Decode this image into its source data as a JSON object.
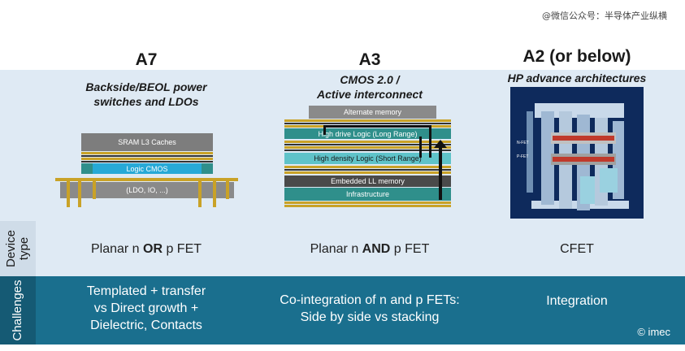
{
  "watermark": "@微信公众号：半导体产业纵横",
  "columns": [
    {
      "node": "A7",
      "subtitle_line1": "Backside/BEOL power",
      "subtitle_line2": "switches and LDOs",
      "stack": [
        "SRAM L3 Caches",
        "Logic CMOS",
        "(LDO, IO, ...)"
      ],
      "device_type": {
        "pre": "Planar n ",
        "bold": "OR",
        "post": " p FET"
      },
      "challenge_lines": [
        "Templated + transfer",
        "vs Direct growth +",
        "Dielectric, Contacts"
      ]
    },
    {
      "node": "A3",
      "subtitle_line1": "CMOS 2.0 /",
      "subtitle_line2": "Active interconnect",
      "stack": [
        "Alternate memory",
        "High drive Logic (Long Range)",
        "High density Logic (Short Range)",
        "Embedded LL memory",
        "Infrastructure"
      ],
      "device_type": {
        "pre": "Planar n ",
        "bold": "AND",
        "post": " p FET"
      },
      "challenge_lines": [
        "Co-integration of n and p FETs:",
        "Side by side vs stacking"
      ]
    },
    {
      "node": "A2 (or below)",
      "subtitle_line1": "HP advance architectures",
      "subtitle_line2": "",
      "cfet_labels": [
        "N-FET",
        "P-FET"
      ],
      "device_type": {
        "pre": "CFET",
        "bold": "",
        "post": ""
      },
      "challenge_lines": [
        "Integration"
      ]
    }
  ],
  "rows": {
    "device_label_line1": "Device",
    "device_label_line2": "type",
    "challenge_label": "Challenges"
  },
  "copyright": "© imec",
  "colors": {
    "band": "#dfeaf4",
    "challenge_row": "#1a6f8e",
    "gold": "#c9a227",
    "teal": "#2f8f8b",
    "slate": "#7d7d7d",
    "cyan": "#27a9d6"
  }
}
